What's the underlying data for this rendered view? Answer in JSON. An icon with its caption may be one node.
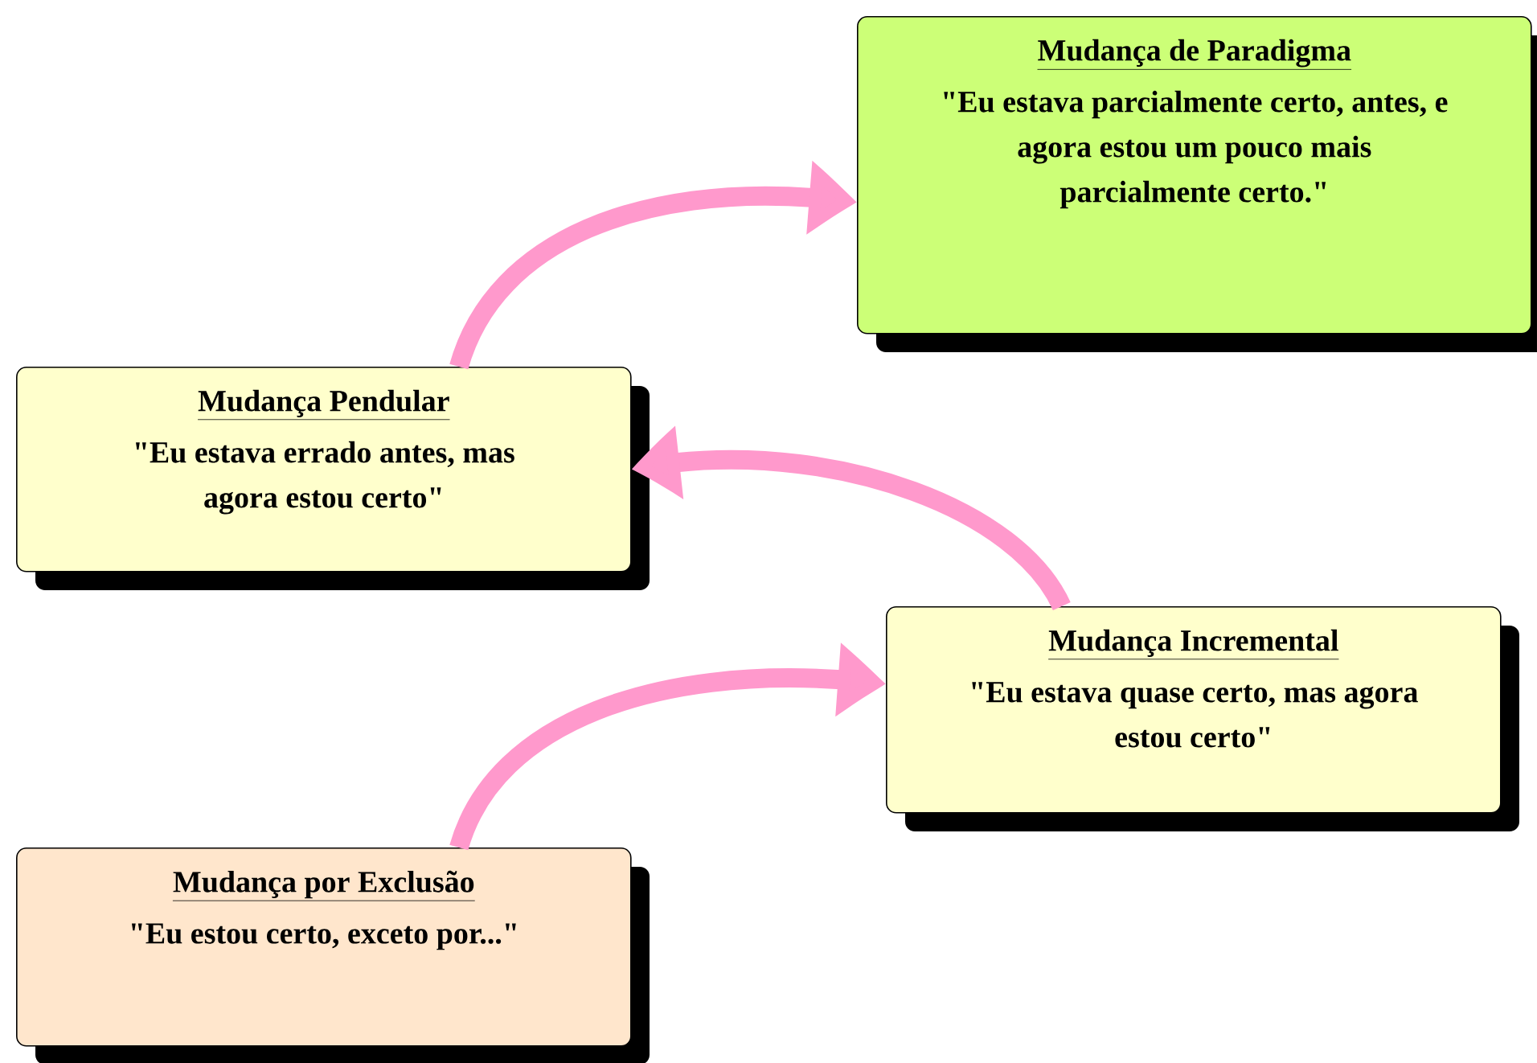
{
  "diagram": {
    "nodes": [
      {
        "text": [
          "Mudança de Paradigma",
          "\"Eu estava parcialmente certo, antes, e agora estou um pouco mais parcialmente certo.\""
        ]
      },
      {
        "text": [
          "Mudança Pendular",
          "\"Eu estava errado antes, mas agora estou certo\""
        ]
      },
      {
        "text": [
          "Mudança Incremental",
          "\"Eu estava quase certo, mas agora estou certo\""
        ]
      },
      {
        "text": [
          "Mudança por Exclusão",
          "\"Eu estou certo, exceto por...\""
        ]
      }
    ],
    "edges": [
      {
        "from": 1,
        "to": 0,
        "arrow": "to"
      },
      {
        "from": 2,
        "to": 1,
        "arrow": "to"
      },
      {
        "from": 3,
        "to": 2,
        "arrow": "to"
      }
    ]
  }
}
